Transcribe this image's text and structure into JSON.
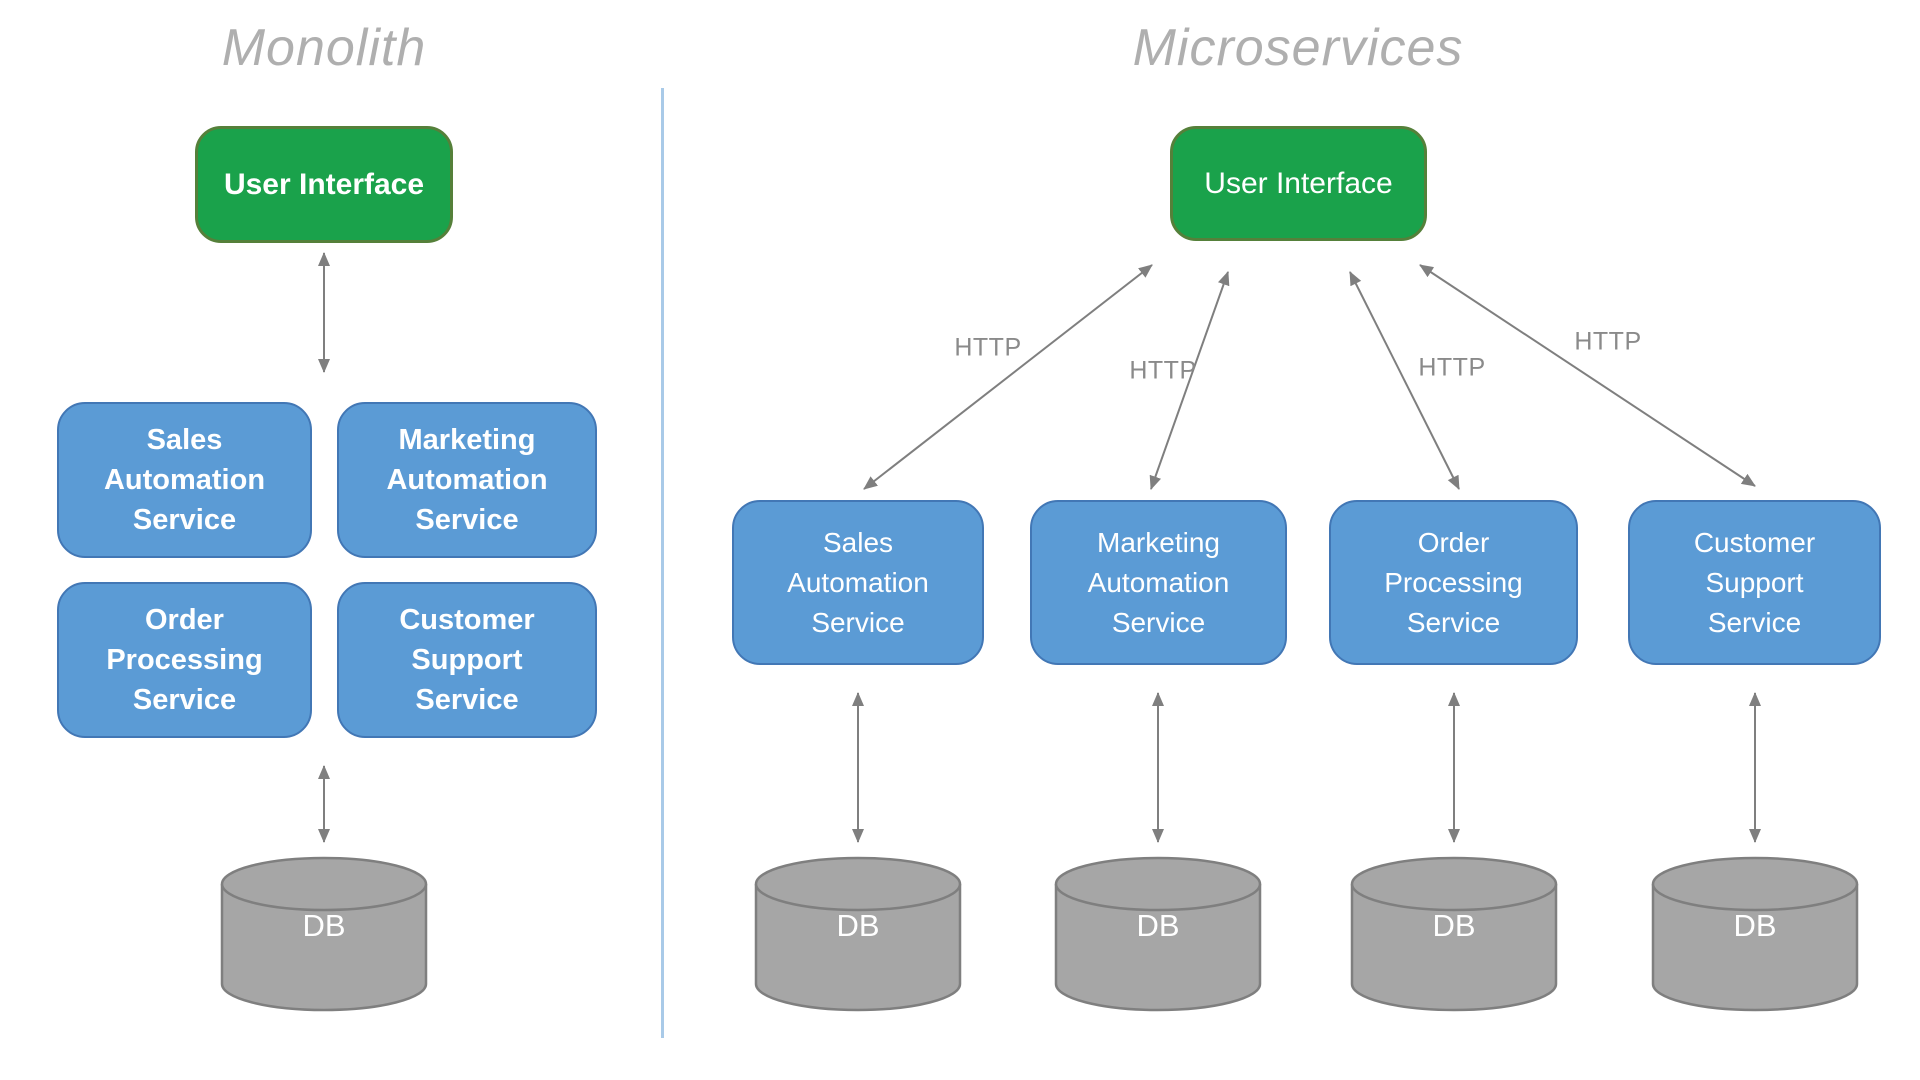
{
  "colors": {
    "green_fill": "#1aa24b",
    "green_border": "#55803a",
    "blue_fill": "#5b9bd5",
    "blue_border": "#4277b5",
    "gray_fill": "#a6a6a6",
    "gray_border": "#7f7f7f",
    "arrow": "#7f7f7f",
    "title": "#afafaf",
    "http": "#8a8a8a",
    "divider": "#a9cae8",
    "text": "#ffffff"
  },
  "monolith": {
    "title": "Monolith",
    "ui": "User Interface",
    "services": [
      "Sales Automation Service",
      "Marketing Automation Service",
      "Order Processing Service",
      "Customer Support Service"
    ],
    "db": "DB"
  },
  "microservices": {
    "title": "Microservices",
    "ui": "User Interface",
    "protocol_labels": [
      "HTTP",
      "HTTP",
      "HTTP",
      "HTTP"
    ],
    "services": [
      "Sales Automation Service",
      "Marketing Automation Service",
      "Order Processing Service",
      "Customer Support Service"
    ],
    "dbs": [
      "DB",
      "DB",
      "DB",
      "DB"
    ]
  }
}
